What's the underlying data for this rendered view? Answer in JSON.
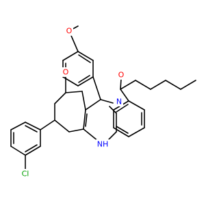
{
  "colors": {
    "bond": "#000000",
    "oxygen": "#ff0000",
    "nitrogen": "#0000ff",
    "chlorine": "#00a000",
    "background": "#ffffff"
  },
  "atoms": {
    "methoxy_o": "O",
    "ketone_o": "O",
    "amide_o": "O",
    "amide_n": "N",
    "amine_nh": "NH",
    "cl": "Cl"
  }
}
